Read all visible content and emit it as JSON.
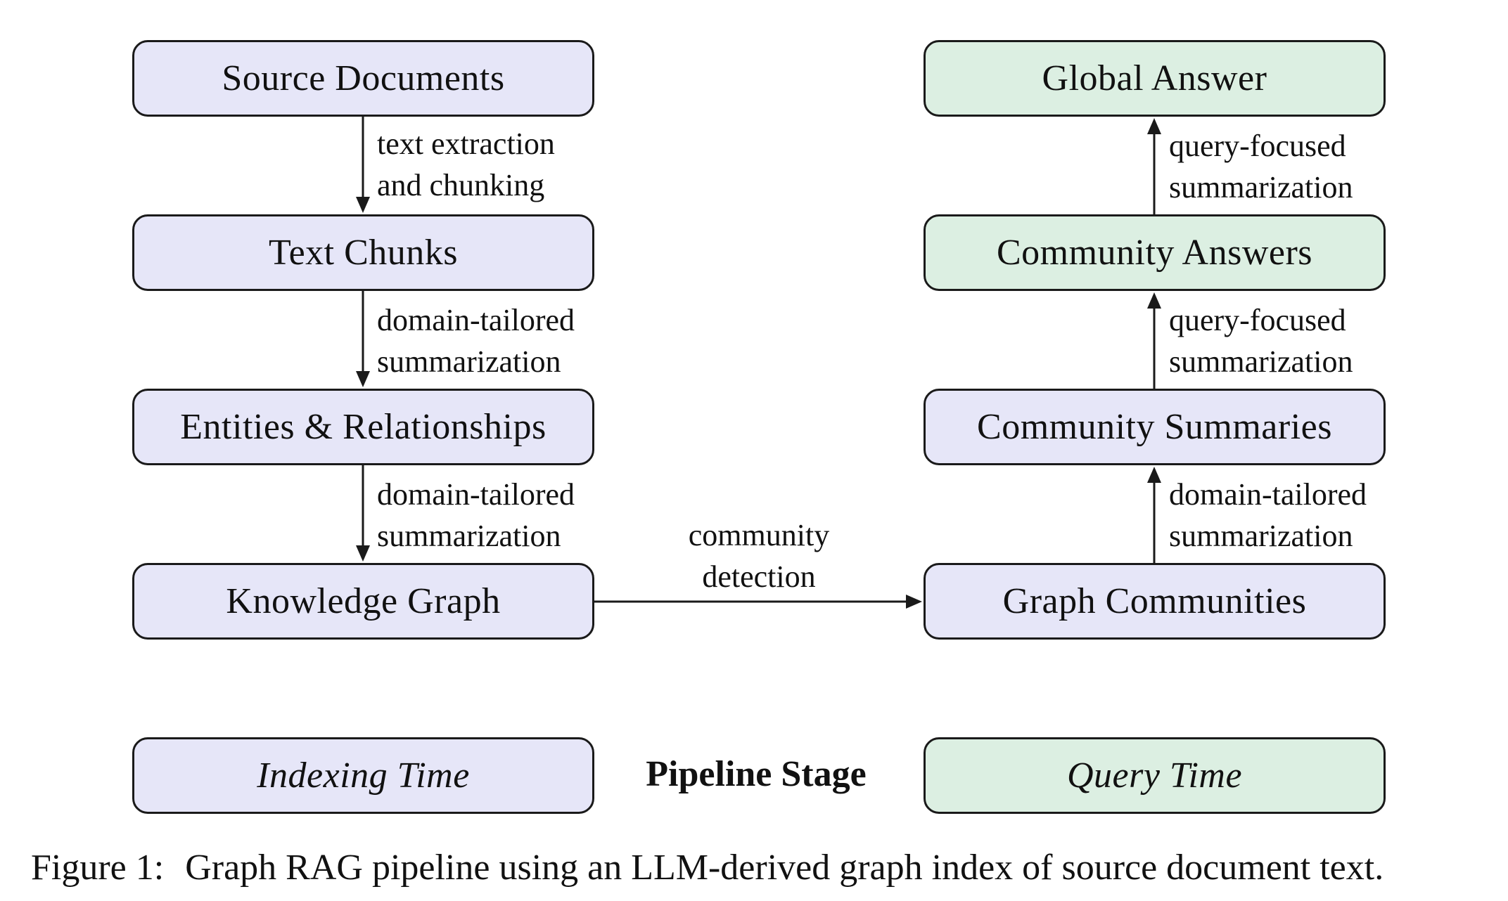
{
  "indexing_nodes": {
    "source_documents": "Source Documents",
    "text_chunks": "Text Chunks",
    "entities_relationships": "Entities & Relationships",
    "knowledge_graph": "Knowledge Graph"
  },
  "query_nodes": {
    "global_answer": "Global Answer",
    "community_answers": "Community Answers",
    "community_summaries": "Community Summaries",
    "graph_communities": "Graph Communities"
  },
  "edges": {
    "docs_to_chunks": [
      "text extraction",
      "and chunking"
    ],
    "chunks_to_entities": [
      "domain-tailored",
      "summarization"
    ],
    "entities_to_graph": [
      "domain-tailored",
      "summarization"
    ],
    "graph_to_communities": [
      "community",
      "detection"
    ],
    "communities_to_summaries": [
      "domain-tailored",
      "summarization"
    ],
    "summaries_to_answers": [
      "query-focused",
      "summarization"
    ],
    "answers_to_global": [
      "query-focused",
      "summarization"
    ]
  },
  "legend": {
    "indexing_time": "Indexing Time",
    "pipeline_stage": "Pipeline Stage",
    "query_time": "Query Time"
  },
  "caption": {
    "label": "Figure 1:",
    "text": "Graph RAG pipeline using an LLM-derived graph index of source document text."
  },
  "colors": {
    "indexing_fill": "#e6e6f8",
    "query_fill": "#dcefe2",
    "border": "#1a1a1a"
  }
}
